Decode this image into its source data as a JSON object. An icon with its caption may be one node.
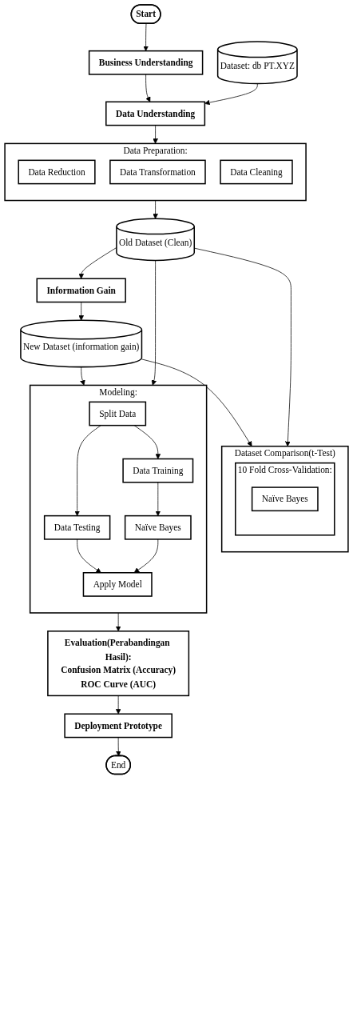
{
  "diagram": {
    "nodes": [
      {
        "text": [
          "Start"
        ]
      },
      {
        "text": [
          "Business Understanding"
        ]
      },
      {
        "text": [
          "Dataset: db PT.XYZ"
        ]
      },
      {
        "text": [
          "Data Understanding"
        ]
      },
      {
        "text": [
          "Data Preparation:"
        ]
      },
      {
        "text": [
          "Data Reduction"
        ],
        "in": 4
      },
      {
        "text": [
          "Data Transformation"
        ],
        "in": 4
      },
      {
        "text": [
          "Data Cleaning"
        ],
        "in": 4
      },
      {
        "text": [
          "Old Dataset (Clean)"
        ]
      },
      {
        "text": [
          "Information Gain"
        ]
      },
      {
        "text": [
          "New Dataset (information gain)"
        ]
      },
      {
        "text": [
          "Dataset Comparison(t-Test)"
        ]
      },
      {
        "text": [
          "10 Fold Cross-Validation:"
        ],
        "in": 11
      },
      {
        "text": [
          "Naïve Bayes"
        ],
        "in": 12
      },
      {
        "text": [
          "Modeling:"
        ]
      },
      {
        "text": [
          "Split Data"
        ],
        "in": 14
      },
      {
        "text": [
          "Data Training"
        ],
        "in": 14
      },
      {
        "text": [
          "Data Testing"
        ],
        "in": 14
      },
      {
        "text": [
          "Naïve Bayes"
        ],
        "in": 14
      },
      {
        "text": [
          "Apply Model"
        ],
        "in": 14
      },
      {
        "text": [
          "Evaluation(Perabandingan Hasil):",
          "Confusion Matrix (Accuracy)",
          "ROC Curve (AUC)"
        ]
      },
      {
        "text": [
          "Deployment Prototype"
        ]
      },
      {
        "text": [
          "End"
        ]
      }
    ],
    "edges": [
      {
        "from": 0,
        "to": 1,
        "arrow": "to"
      },
      {
        "from": 1,
        "to": 3,
        "arrow": "to"
      },
      {
        "from": 2,
        "to": 3,
        "arrow": "to"
      },
      {
        "from": 3,
        "to": 4,
        "arrow": "to"
      },
      {
        "from": 4,
        "to": 8,
        "arrow": "to"
      },
      {
        "from": 8,
        "to": 9,
        "arrow": "to"
      },
      {
        "from": 9,
        "to": 10,
        "arrow": "to"
      },
      {
        "from": 10,
        "to": 11,
        "arrow": "to"
      },
      {
        "from": 8,
        "to": 11,
        "arrow": "to"
      },
      {
        "from": 10,
        "to": 14,
        "arrow": "to"
      },
      {
        "from": 8,
        "to": 14,
        "arrow": "to"
      },
      {
        "from": 15,
        "to": 16,
        "arrow": "to"
      },
      {
        "from": 15,
        "to": 17,
        "arrow": "to"
      },
      {
        "from": 16,
        "to": 18,
        "arrow": "to"
      },
      {
        "from": 17,
        "to": 19,
        "arrow": "to"
      },
      {
        "from": 18,
        "to": 19,
        "arrow": "to"
      },
      {
        "from": 14,
        "to": 20,
        "arrow": "to"
      },
      {
        "from": 20,
        "to": 21,
        "arrow": "to"
      },
      {
        "from": 21,
        "to": 22,
        "arrow": "to"
      }
    ]
  }
}
